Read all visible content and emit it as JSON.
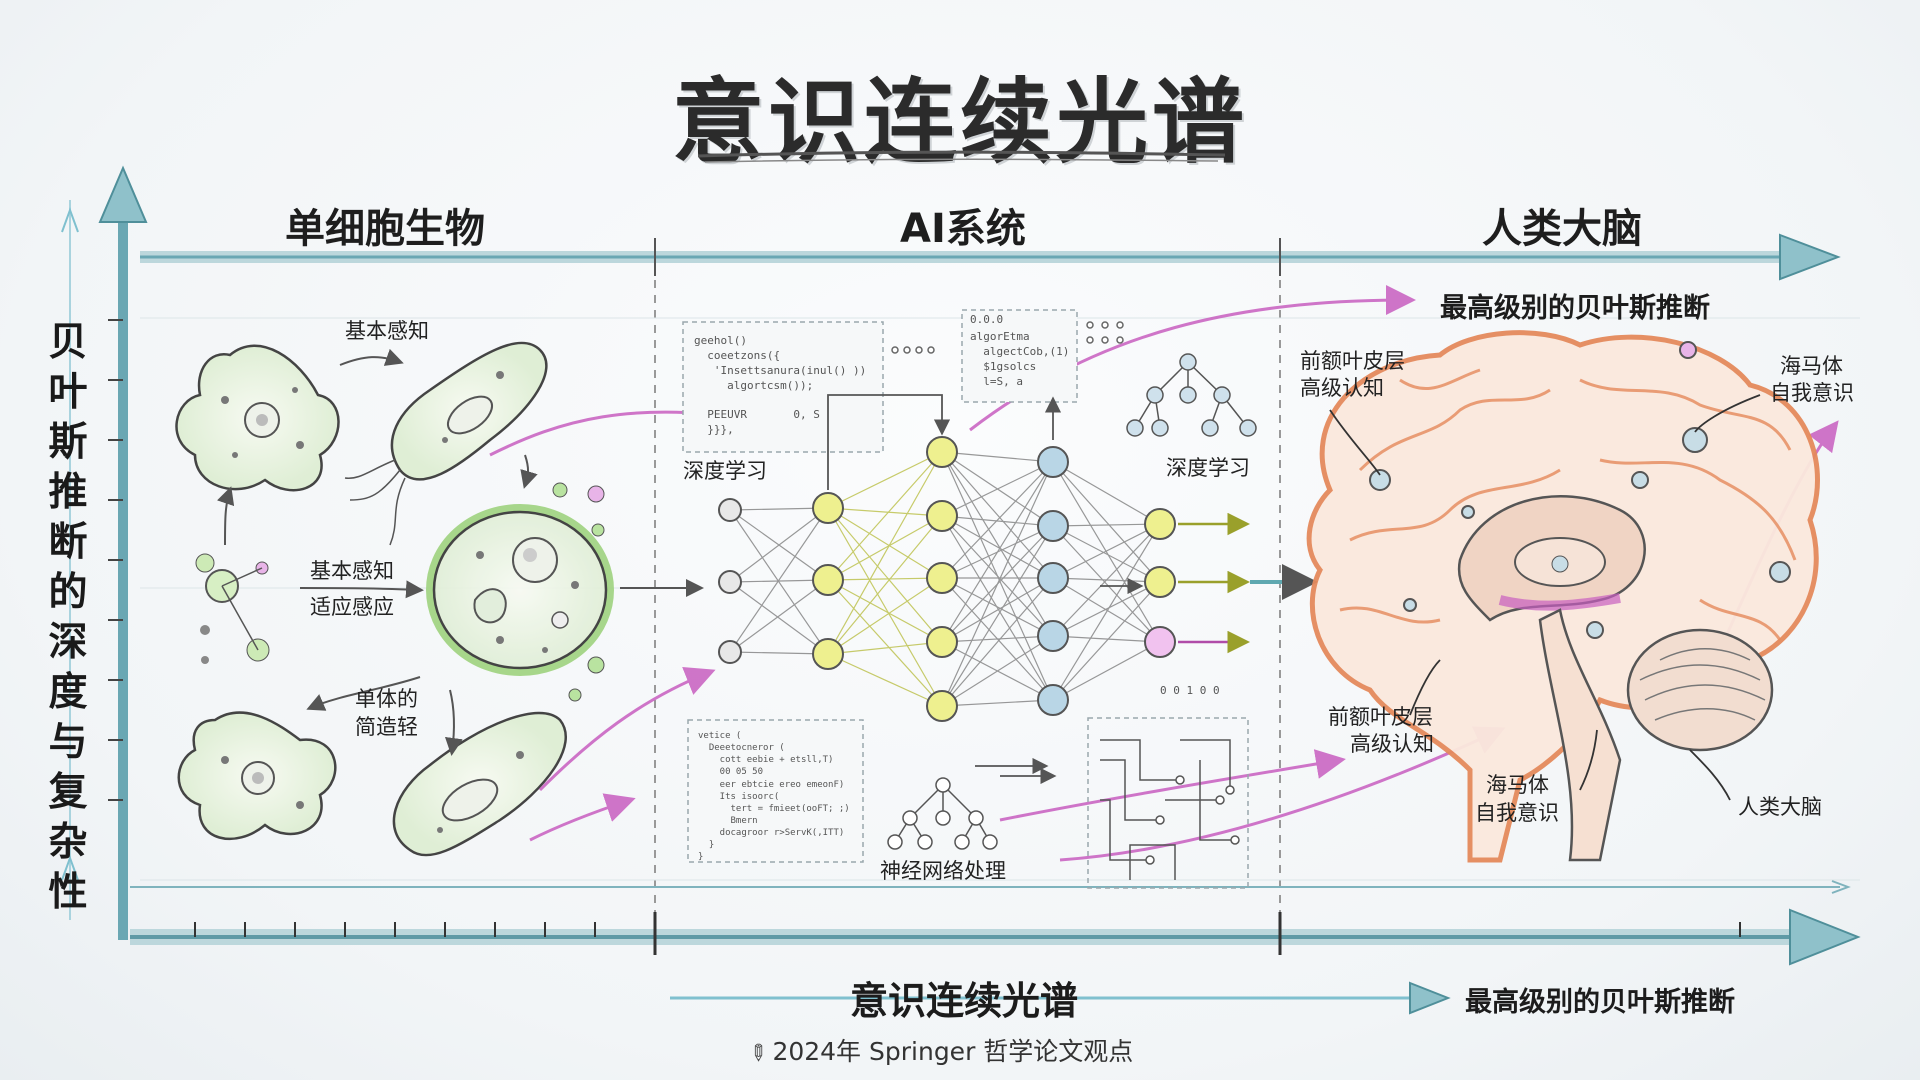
{
  "title": "意识连续光谱",
  "y_axis_label": "贝叶斯推断的深度与复杂性",
  "sections": {
    "left": "单细胞生物",
    "middle": "AI系统",
    "right": "人类大脑"
  },
  "top_arrow_label": "最高级别的贝叶斯推断",
  "x_axis": {
    "title": "意识连续光谱",
    "right_label": "最高级别的贝叶斯推断"
  },
  "cell_labels": {
    "basic_perception_top": "基本感知",
    "basic_perception_mid": "基本感知",
    "adaptive_response": "适应感应",
    "individual_line1": "单体的",
    "individual_line2": "简造轻"
  },
  "ai_labels": {
    "deep_learning_left": "深度学习",
    "deep_learning_right": "深度学习",
    "neural_processing": "神经网络处理"
  },
  "brain_labels": {
    "prefrontal_top_line1": "前额叶皮层",
    "prefrontal_top_line2": "高级认知",
    "hippocampus_top_line1": "海马体",
    "hippocampus_top_line2": "自我意识",
    "prefrontal_bottom_line1": "前额叶皮层",
    "prefrontal_bottom_line2": "高级认知",
    "hippocampus_bottom_line1": "海马体",
    "hippocampus_bottom_line2": "自我意识",
    "human_brain": "人类大脑"
  },
  "code_snippets": {
    "top_left": "geehol()\n  coeetzons({\n   'Insettsanura(inul() ))\n     algortcsm());\n\n  PEEUVR       0, S\n  }}},",
    "top_right": "algorEtma\n  algectCob,(1)\n  $1gsolcs\n  l=S, a",
    "bottom_left": "vetice (\n  Deeetocneror (\n    cott eebie + etsll,T)\n    00 05 50\n    eer ebtcie ereo emeonF)\n    Its isoorc(\n      tert = fmieet(ooFT; ;)\n      Bmern\n    docagroor r>ServK(,ITT)\n  }\n}",
    "top_right_header": "0.0.0",
    "bottom_right_header": "0 0 1 0 0"
  },
  "footer": "2024年 Springer 哲学论文观点",
  "colors": {
    "axis_teal": "#5fa8b0",
    "arrow_magenta": "#c85ec0",
    "cell_green": "#9fd37f",
    "node_yellow": "#e9ee8a",
    "node_blue": "#a6c9de",
    "brain_orange": "#e58a5c"
  }
}
